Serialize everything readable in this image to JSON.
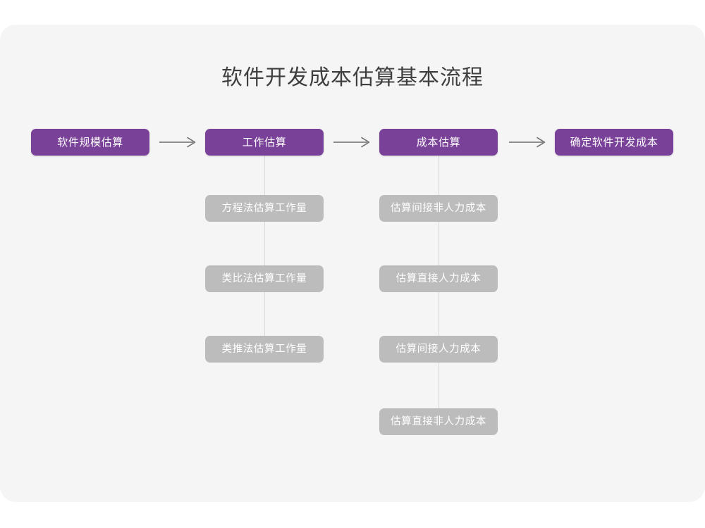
{
  "title": "软件开发成本估算基本流程",
  "colors": {
    "background": "#ffffff",
    "card": "#f5f5f5",
    "primary": "#7a4199",
    "secondary": "#bcbcbc",
    "connector": "#d9d9d9",
    "arrow": "#6b6b6b",
    "title_text": "#3f3f3f",
    "node_text": "#ffffff"
  },
  "flow": {
    "stages": [
      {
        "id": "stage-1",
        "label": "软件规模估算",
        "substeps": []
      },
      {
        "id": "stage-2",
        "label": "工作估算",
        "substeps": [
          "方程法估算工作量",
          "类比法估算工作量",
          "类推法估算工作量"
        ]
      },
      {
        "id": "stage-3",
        "label": "成本估算",
        "substeps": [
          "估算间接非人力成本",
          "估算直接人力成本",
          "估算间接人力成本",
          "估算直接非人力成本"
        ]
      },
      {
        "id": "stage-4",
        "label": "确定软件开发成本",
        "substeps": []
      }
    ],
    "arrows": [
      {
        "id": "arrow-1",
        "from": "stage-1",
        "to": "stage-2",
        "glyph": "→"
      },
      {
        "id": "arrow-2",
        "from": "stage-2",
        "to": "stage-3",
        "glyph": "→"
      },
      {
        "id": "arrow-3",
        "from": "stage-3",
        "to": "stage-4",
        "glyph": "→"
      }
    ]
  },
  "chart_data": {
    "type": "diagram",
    "title": "软件开发成本估算基本流程",
    "nodes": [
      {
        "level": 1,
        "column": 1,
        "label": "软件规模估算",
        "style": "primary"
      },
      {
        "level": 1,
        "column": 2,
        "label": "工作估算",
        "style": "primary"
      },
      {
        "level": 1,
        "column": 3,
        "label": "成本估算",
        "style": "primary"
      },
      {
        "level": 1,
        "column": 4,
        "label": "确定软件开发成本",
        "style": "primary"
      },
      {
        "level": 2,
        "column": 2,
        "label": "方程法估算工作量",
        "style": "secondary"
      },
      {
        "level": 3,
        "column": 2,
        "label": "类比法估算工作量",
        "style": "secondary"
      },
      {
        "level": 4,
        "column": 2,
        "label": "类推法估算工作量",
        "style": "secondary"
      },
      {
        "level": 2,
        "column": 3,
        "label": "估算间接非人力成本",
        "style": "secondary"
      },
      {
        "level": 3,
        "column": 3,
        "label": "估算直接人力成本",
        "style": "secondary"
      },
      {
        "level": 4,
        "column": 3,
        "label": "估算间接人力成本",
        "style": "secondary"
      },
      {
        "level": 5,
        "column": 3,
        "label": "估算直接非人力成本",
        "style": "secondary"
      }
    ],
    "edges": [
      {
        "from": "软件规模估算",
        "to": "工作估算",
        "type": "arrow-right"
      },
      {
        "from": "工作估算",
        "to": "成本估算",
        "type": "arrow-right"
      },
      {
        "from": "成本估算",
        "to": "确定软件开发成本",
        "type": "arrow-right"
      },
      {
        "from": "工作估算",
        "to": "方程法估算工作量",
        "type": "line-down"
      },
      {
        "from": "方程法估算工作量",
        "to": "类比法估算工作量",
        "type": "line-down"
      },
      {
        "from": "类比法估算工作量",
        "to": "类推法估算工作量",
        "type": "line-down"
      },
      {
        "from": "成本估算",
        "to": "估算间接非人力成本",
        "type": "line-down"
      },
      {
        "from": "估算间接非人力成本",
        "to": "估算直接人力成本",
        "type": "line-down"
      },
      {
        "from": "估算直接人力成本",
        "to": "估算间接人力成本",
        "type": "line-down"
      },
      {
        "from": "估算间接人力成本",
        "to": "估算直接非人力成本",
        "type": "line-down"
      }
    ]
  }
}
